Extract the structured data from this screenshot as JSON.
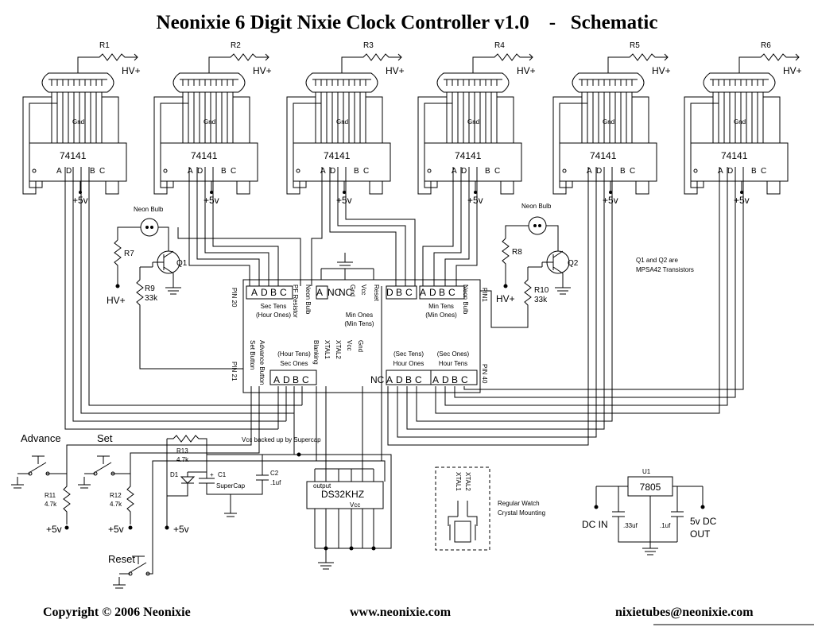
{
  "title": "Neonixie 6 Digit Nixie Clock Controller v1.0    -   Schematic",
  "footer": {
    "copyright": "Copyright © 2006 Neonixie",
    "website": "www.neonixie.com",
    "email": "nixietubes@neonixie.com"
  },
  "common": {
    "hv": "HV+",
    "gnd": "Gnd",
    "ic_74141": "74141",
    "v5": "+5v",
    "pin_a": "A",
    "pin_d": "D",
    "pin_b": "B",
    "pin_c": "C"
  },
  "digits": [
    {
      "resistor": "R1"
    },
    {
      "resistor": "R2"
    },
    {
      "resistor": "R3"
    },
    {
      "resistor": "R4"
    },
    {
      "resistor": "R5"
    },
    {
      "resistor": "R6"
    }
  ],
  "neon_left": {
    "bulb": "Neon Bulb",
    "r_top": "R7",
    "transistor": "Q1",
    "r_bot": "R9",
    "r_bot_val": "33k",
    "hv": "HV+"
  },
  "neon_right": {
    "bulb": "Neon Bulb",
    "r_top": "R8",
    "transistor": "Q2",
    "r_bot": "R10",
    "r_bot_val": "33k",
    "hv": "HV+"
  },
  "transistor_note": [
    "Q1 and Q2 are",
    "MPSA42 Transistors"
  ],
  "mcu": {
    "pin20": "PIN 20",
    "pin21": "PIN 21",
    "pin1": "PIN1",
    "pin40": "PIN 40",
    "top_pins": [
      "A",
      "D",
      "B",
      "C",
      "PF Resistor",
      "Neon Bulb",
      "A",
      "NC",
      "NC",
      "Gnd",
      "Vcc",
      "Reset",
      "D",
      "B",
      "C",
      "A",
      "D",
      "B",
      "C",
      "Neon Bulb"
    ],
    "bottom_pins": [
      "Advance Button",
      "Set Button",
      "A",
      "D",
      "B",
      "C",
      "Blanking",
      "XTAL1",
      "XTAL2",
      "Vcc",
      "Gnd",
      "NC",
      "A",
      "D",
      "B",
      "C",
      "A",
      "D",
      "B",
      "C"
    ],
    "top_groups": [
      "Sec Tens",
      "(Hour Ones)",
      "Min Ones",
      "(Min Tens)",
      "Min Tens",
      "(Min Ones)"
    ],
    "bottom_groups": [
      "(Hour Tens)",
      "Sec Ones",
      "(Sec Tens)",
      "Hour Ones",
      "(Sec Ones)",
      "Hour Tens"
    ]
  },
  "buttons": {
    "advance": "Advance",
    "set": "Set",
    "reset": "Reset",
    "r11": "R11",
    "r11_val": "4.7k",
    "r12": "R12",
    "r12_val": "4.7k",
    "v5": "+5v"
  },
  "supercap": {
    "r13": "R13",
    "r13_val": "4.7k",
    "d1": "D1",
    "c1": "C1",
    "c1_name": "SuperCap",
    "plus": "+",
    "c2": "C2",
    "c2_val": ".1uf",
    "vcc_note": "Vcc backed up by Supercap",
    "v5": "+5v"
  },
  "rtc": {
    "name": "DS32KHZ",
    "output": "output",
    "vcc": "Vcc"
  },
  "crystal": {
    "xtal2": "XTAL2",
    "xtal1": "XTAL1",
    "note1": "Regular Watch",
    "note2": "Crystal Mounting"
  },
  "regulator": {
    "u1": "U1",
    "name": "7805",
    "dc_in": "DC IN",
    "c_in": ".33uf",
    "c_out": ".1uf",
    "out1": "5v DC",
    "out2": "OUT"
  }
}
